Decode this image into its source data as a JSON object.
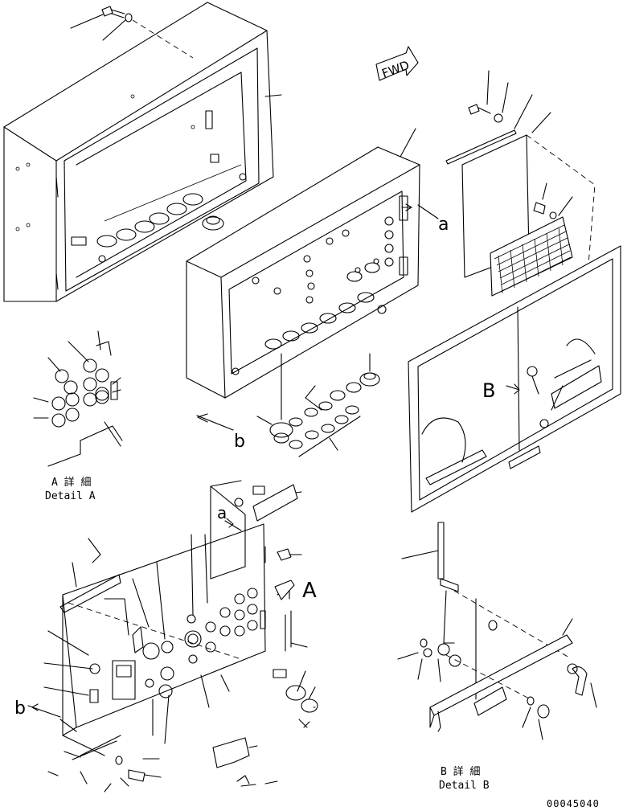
{
  "drawing": {
    "fwd_label": "FWD",
    "callout_a": "a",
    "callout_b": "b",
    "view_A": "A",
    "view_B": "B",
    "detail_a_jp": "A 詳 細",
    "detail_a_en": "Detail A",
    "detail_b_jp": "B 詳 細",
    "detail_b_en": "Detail B",
    "drawing_number": "00045040"
  },
  "colors": {
    "ink": "#000000",
    "paper": "#ffffff"
  }
}
